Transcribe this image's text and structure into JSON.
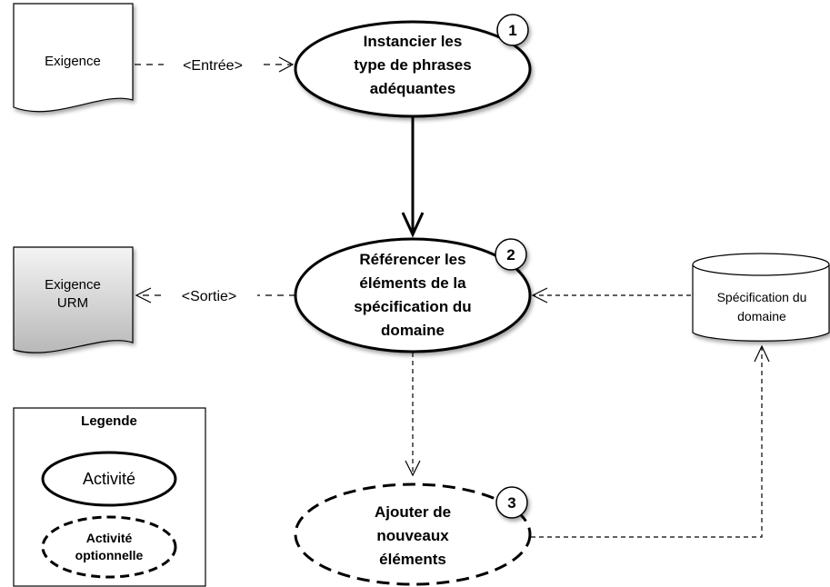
{
  "documents": {
    "exigence": "Exigence",
    "exigence_urm_line1": "Exigence",
    "exigence_urm_line2": "URM"
  },
  "edges": {
    "entree": "<Entrée>",
    "sortie": "<Sortie>"
  },
  "activities": {
    "a1": {
      "number": "1",
      "lines": [
        "Instancier les",
        "type de phrases",
        "adéquantes"
      ]
    },
    "a2": {
      "number": "2",
      "lines": [
        "Référencer les",
        "éléments de la",
        "spécification du",
        "domaine"
      ]
    },
    "a3": {
      "number": "3",
      "lines": [
        "Ajouter de",
        "nouveaux",
        "éléments"
      ]
    }
  },
  "database": {
    "line1": "Spécification du",
    "line2": "domaine"
  },
  "legend": {
    "title": "Legende",
    "activity": "Activité",
    "optional_line1": "Activité",
    "optional_line2": "optionnelle"
  },
  "colors": {
    "stroke": "#000000",
    "doc_fill": "#ffffff",
    "doc_urm_fill_top": "#f4f4f4",
    "doc_urm_fill_bottom": "#bdbdbd"
  }
}
